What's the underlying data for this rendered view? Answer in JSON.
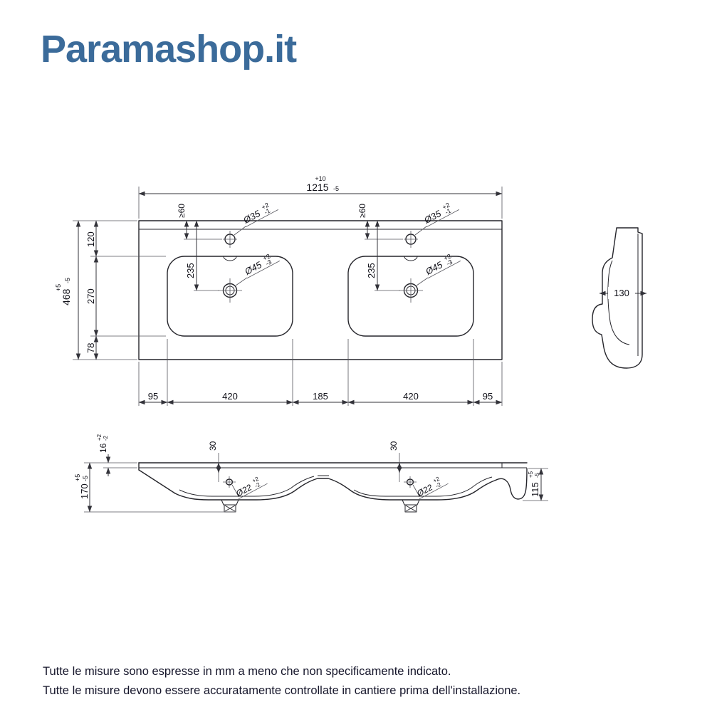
{
  "logo": {
    "text": "Paramashop.it",
    "color": "#3b6b9a"
  },
  "plan": {
    "width": {
      "main": "1215",
      "plus": "+10",
      "minus": "-5"
    },
    "height": {
      "main": "468",
      "plus": "+5",
      "minus": "-5"
    },
    "left_dims": [
      "120",
      "270",
      "78"
    ],
    "bottom_dims": [
      "95",
      "420",
      "185",
      "420",
      "95"
    ],
    "tap_offset": "≥60",
    "drain_offset": "235",
    "tap_hole": {
      "main": "Ø35",
      "plus": "+2",
      "minus": "-1"
    },
    "drain_hole": {
      "main": "Ø45",
      "plus": "+2",
      "minus": "-3"
    }
  },
  "side": {
    "depth": "130"
  },
  "front": {
    "rim": {
      "main": "16",
      "plus": "+2",
      "minus": "-2"
    },
    "height": {
      "main": "170",
      "plus": "+5",
      "minus": "-5"
    },
    "hole_offset": "30",
    "overflow": {
      "main": "Ø22",
      "plus": "+2",
      "minus": "-2"
    },
    "right_height": {
      "main": "115",
      "plus": "+5",
      "minus": "-5"
    }
  },
  "footer": {
    "line1": "Tutte le misure sono espresse in mm a meno che non specificamente indicato.",
    "line2": "Tutte le misure devono essere accuratamente controllate in cantiere prima dell'installazione."
  }
}
